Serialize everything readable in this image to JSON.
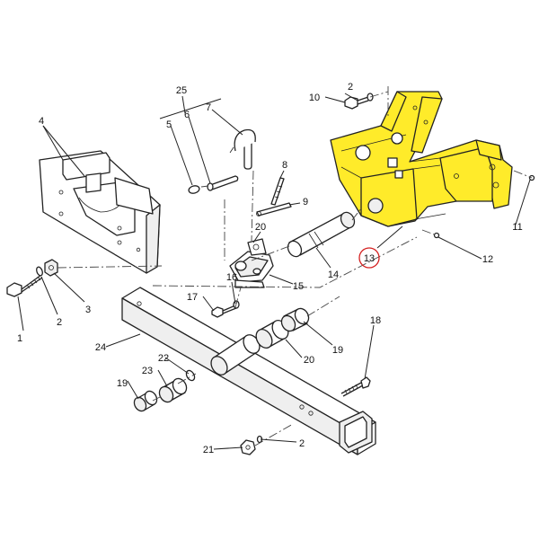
{
  "colors": {
    "highlight": "#ffeb2a",
    "circle_marker": "#d42020",
    "stroke": "#222222",
    "background": "#ffffff"
  },
  "highlighted_part": "13",
  "callouts": {
    "c1": "1",
    "c2a": "2",
    "c2b": "2",
    "c2c": "2",
    "c3": "3",
    "c4": "4",
    "c5": "5",
    "c6": "6",
    "c7": "7",
    "c8": "8",
    "c9": "9",
    "c10": "10",
    "c11": "11",
    "c12": "12",
    "c13": "13",
    "c14": "14",
    "c15": "15",
    "c16": "16",
    "c17": "17",
    "c18": "18",
    "c19a": "19",
    "c19b": "19",
    "c20a": "20",
    "c20b": "20",
    "c21": "21",
    "c22": "22",
    "c23": "23",
    "c24": "24",
    "c25": "25"
  }
}
